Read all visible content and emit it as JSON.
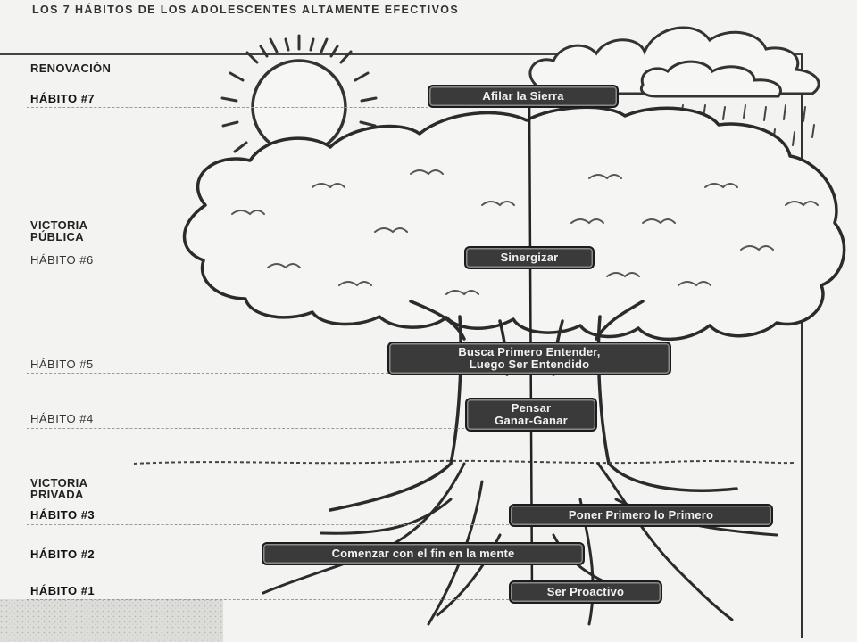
{
  "title": "LOS 7 HÁBITOS DE LOS ADOLESCENTES ALTAMENTE EFECTIVOS",
  "sections": {
    "renovacion": "RENOVACIÓN",
    "victoria_publica": "VICTORIA\nPÚBLICA",
    "victoria_privada": "VICTORIA\nPRIVADA"
  },
  "habit_labels": {
    "h7": "HÁBITO #7",
    "h6": "HÁBITO #6",
    "h5": "HÁBITO #5",
    "h4": "HÁBITO #4",
    "h3": "HÁBITO #3",
    "h2": "HÁBITO #2",
    "h1": "HÁBITO #1"
  },
  "habits": {
    "h7": "Afilar la Sierra",
    "h6": "Sinergizar",
    "h5": "Busca Primero Entender,\nLuego Ser Entendido",
    "h4": "Pensar\nGanar-Ganar",
    "h3": "Poner Primero lo Primero",
    "h2": "Comenzar con el fin en la mente",
    "h1": "Ser Proactivo"
  },
  "colors": {
    "pill_fill": "#3a3a3a",
    "pill_text": "#f2f2f2",
    "ink": "#222222",
    "paper": "#f3f3f1"
  }
}
